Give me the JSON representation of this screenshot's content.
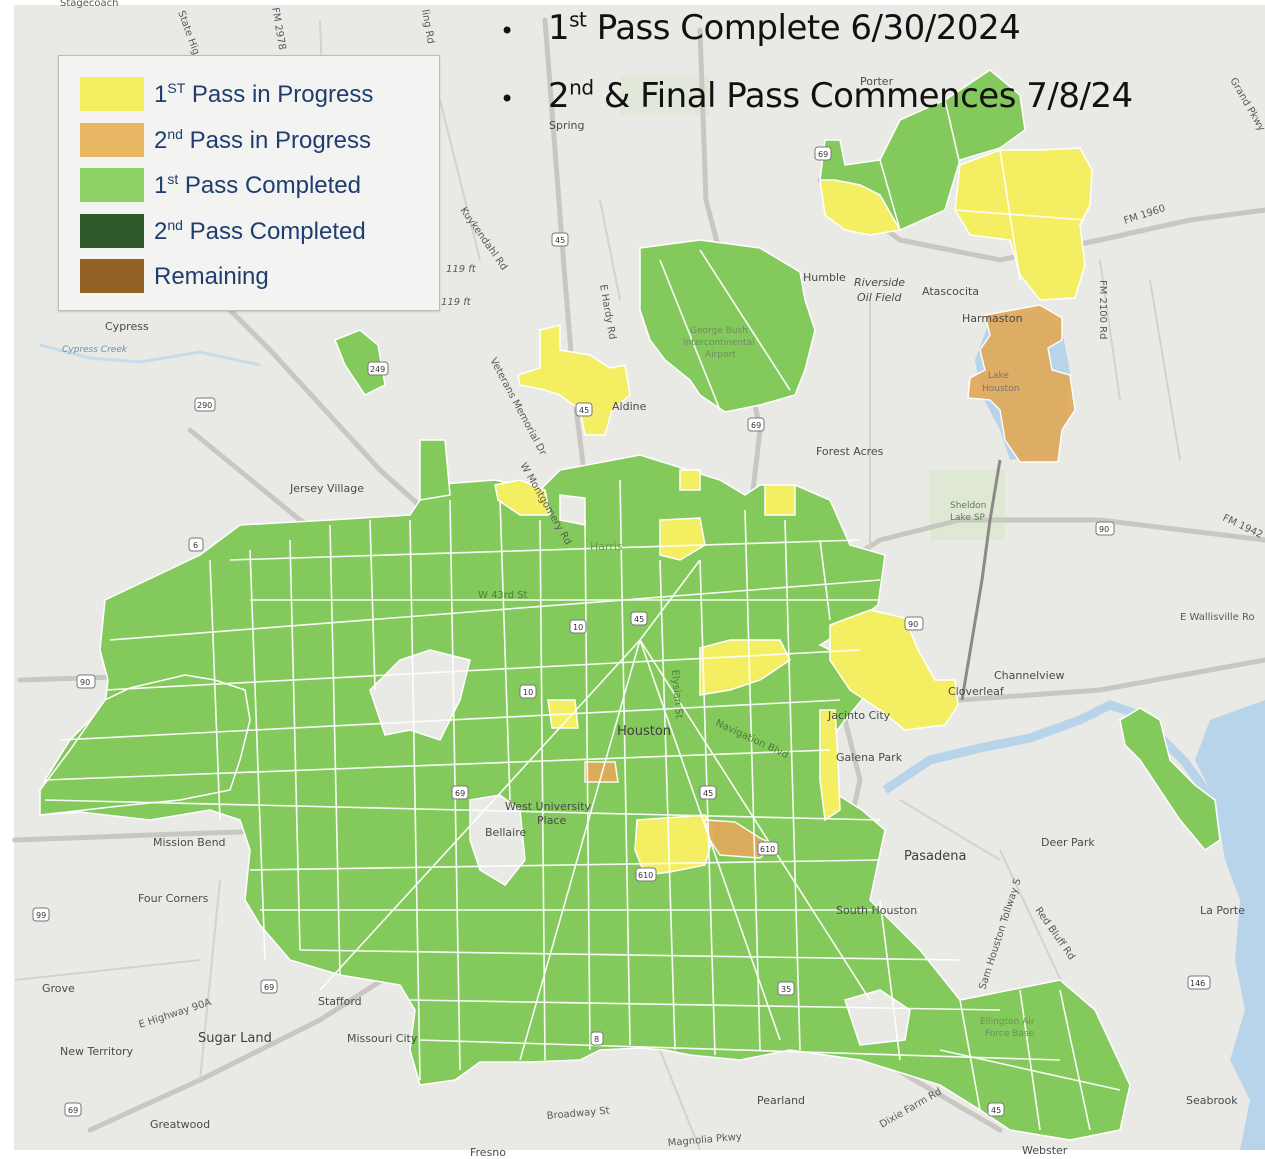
{
  "legend": {
    "items": [
      {
        "ordinal": "1",
        "sup": "ST",
        "rest": " Pass in Progress",
        "color": "#f3ee62"
      },
      {
        "ordinal": "2",
        "sup": "nd",
        "rest": " Pass in Progress",
        "color": "#e8b563"
      },
      {
        "ordinal": "1",
        "sup": "st",
        "rest": " Pass Completed",
        "color": "#8dd065"
      },
      {
        "ordinal": "2",
        "sup": "nd",
        "rest": " Pass Completed",
        "color": "#2e5a2b"
      },
      {
        "ordinal": "",
        "sup": "",
        "rest": "Remaining",
        "color": "#936025"
      }
    ]
  },
  "notes": [
    {
      "ordinal": "1",
      "sup": "st",
      "rest": " Pass Complete 6/30/2024"
    },
    {
      "ordinal": "2",
      "sup": "nd",
      "rest": " & Final Pass Commences 7/8/24"
    }
  ],
  "places": {
    "houston": "Houston",
    "spring": "Spring",
    "porter": "Porter",
    "humble": "Humble",
    "riverside": "Riverside",
    "oilfield": "Oil Field",
    "atascocita": "Atascocita",
    "harmaston": "Harmaston",
    "lake_houston_1": "Lake",
    "lake_houston_2": "Houston",
    "cypress": "Cypress",
    "cypress_creek": "Cypress Creek",
    "aldine": "Aldine",
    "gb_airport_1": "George Bush",
    "gb_airport_2": "Intercontinental",
    "gb_airport_3": "Airport",
    "forest_acres": "Forest Acres",
    "sheldon_1": "Sheldon",
    "sheldon_2": "Lake SP",
    "jersey_village": "Jersey Village",
    "harris": "Harris",
    "channelview": "Channelview",
    "cloverleaf": "Cloverleaf",
    "jacinto_city": "Jacinto City",
    "galena_park": "Galena Park",
    "west_university_1": "West University",
    "west_university_2": "Place",
    "bellaire": "Bellaire",
    "mission_bend": "Mission Bend",
    "pasadena": "Pasadena",
    "deer_park": "Deer Park",
    "four_corners": "Four Corners",
    "south_houston": "South Houston",
    "la_porte": "La Porte",
    "grove": "Grove",
    "stafford": "Stafford",
    "sugar_land": "Sugar Land",
    "missouri_city": "Missouri City",
    "new_territory": "New Territory",
    "pearland": "Pearland",
    "seabrook": "Seabrook",
    "greatwood": "Greatwood",
    "fresno": "Fresno",
    "webster": "Webster",
    "ellington_1": "Ellington Air",
    "ellington_2": "Force Base"
  },
  "roads": {
    "fm1960": "FM 1960",
    "fm2100": "FM 2100 Rd",
    "fm1942": "FM 1942",
    "e_wallisville": "E Wallisville Ro",
    "kuykendahl": "Kuykendahl Rd",
    "e_hardy": "E Hardy Rd",
    "veterans": "Veterans Memorial Dr",
    "w_montgomery": "W Montgomery Rd",
    "w43rd": "W 43rd St",
    "elysian": "Elysian St",
    "navigation": "Navigation Blvd",
    "e_highway_90a": "E Highway 90A",
    "broadway": "Broadway St",
    "magnolia": "Magnolia Pkwy",
    "dixie_farm": "Dixie Farm Rd",
    "red_bluff": "Red Bluff Rd",
    "tollway": "Sam Houston Tollway S",
    "grand_pkwy": "Grand Pkwy",
    "e_beltway": "119 ft",
    "e_beltway2": "119 ft",
    "stagecoach": "Stagecoach",
    "state_hwy": "State Hig",
    "fm2978": "FM 2978",
    "telge": "ling Rd"
  },
  "shields": {
    "i45_north": "45",
    "us69_north": "69",
    "i45_aldine": "45",
    "us69_aldine": "69",
    "sh249": "249",
    "us290": "290",
    "us6": "6",
    "us90_west": "90",
    "us90_east": "90",
    "i10_west": "10",
    "i10_center": "10",
    "i45_center": "45",
    "us90_center": "90",
    "i69_sw": "69",
    "i610_south": "610",
    "i610_east": "610",
    "i45_south": "45",
    "sh35": "35",
    "sh99": "99",
    "sh146": "146",
    "us69_sugarland": "69",
    "us69_greatwood": "69",
    "sh8": "8",
    "i45_webster": "45"
  }
}
